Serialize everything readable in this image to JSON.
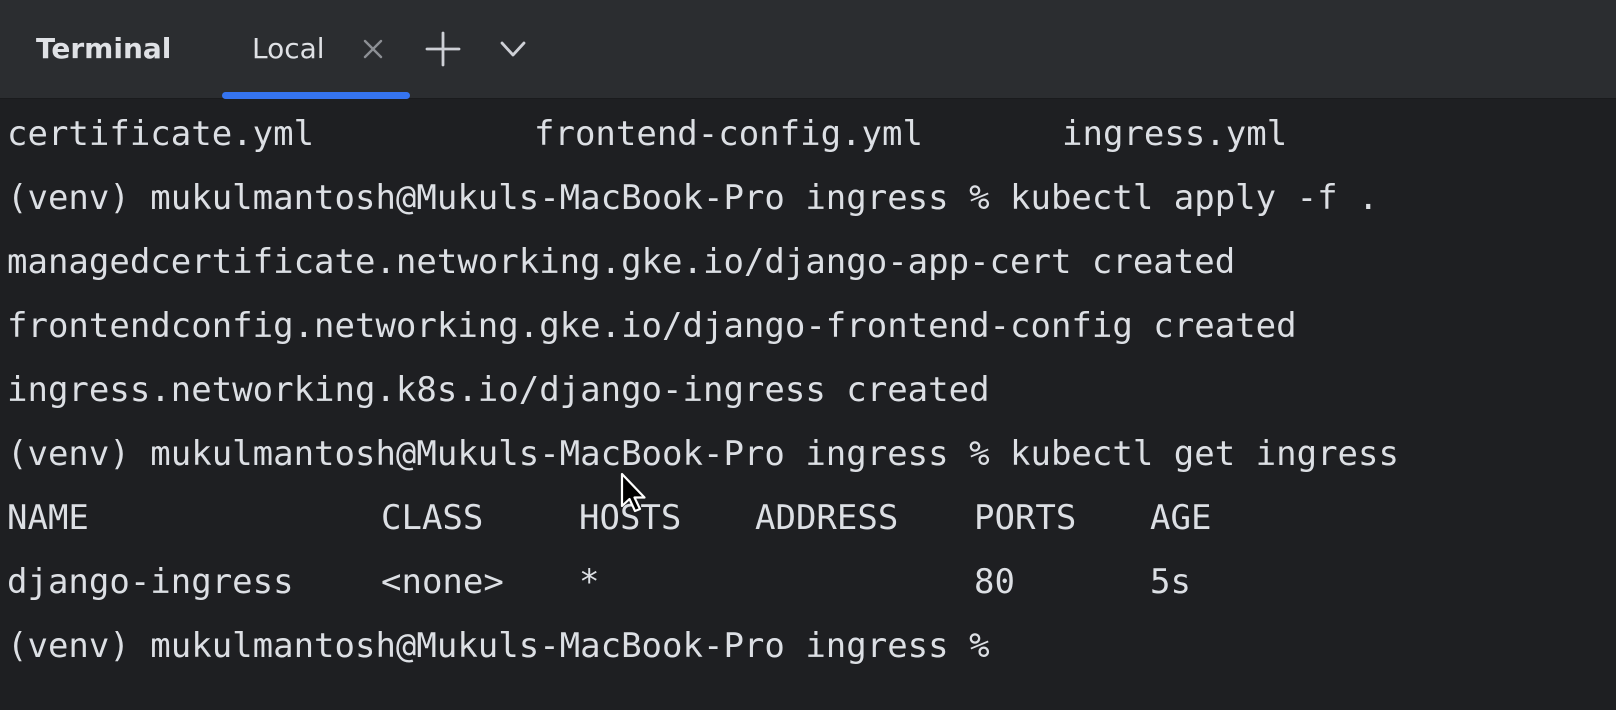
{
  "tool_window": {
    "title": "Terminal"
  },
  "tabs": [
    {
      "label": "Local",
      "active": true
    }
  ],
  "icons": {
    "tab_close": "close-icon",
    "new_tab": "plus-icon",
    "tab_menu": "chevron-down-icon",
    "pointer": "mouse-pointer-icon"
  },
  "colors": {
    "accent": "#3574f0",
    "background": "#1e1f22",
    "tabbar": "#2b2d30",
    "text": "#dcdfe4"
  },
  "terminal": {
    "ls_output": [
      "certificate.yml",
      "frontend-config.yml",
      "ingress.yml"
    ],
    "prompt": "(venv) mukulmantosh@Mukuls-MacBook-Pro ingress %",
    "lines": {
      "cmd_apply": "(venv) mukulmantosh@Mukuls-MacBook-Pro ingress % kubectl apply -f .",
      "out_cert": "managedcertificate.networking.gke.io/django-app-cert created",
      "out_frontend": "frontendconfig.networking.gke.io/django-frontend-config created",
      "out_ingress": "ingress.networking.k8s.io/django-ingress created",
      "cmd_get": "(venv) mukulmantosh@Mukuls-MacBook-Pro ingress % kubectl get ingress",
      "final_prompt": "(venv) mukulmantosh@Mukuls-MacBook-Pro ingress %"
    },
    "table": {
      "headers": [
        "NAME",
        "CLASS",
        "HOSTS",
        "ADDRESS",
        "PORTS",
        "AGE"
      ],
      "rows": [
        [
          "django-ingress",
          "<none>",
          "*",
          "",
          "80",
          "5s"
        ]
      ]
    }
  }
}
